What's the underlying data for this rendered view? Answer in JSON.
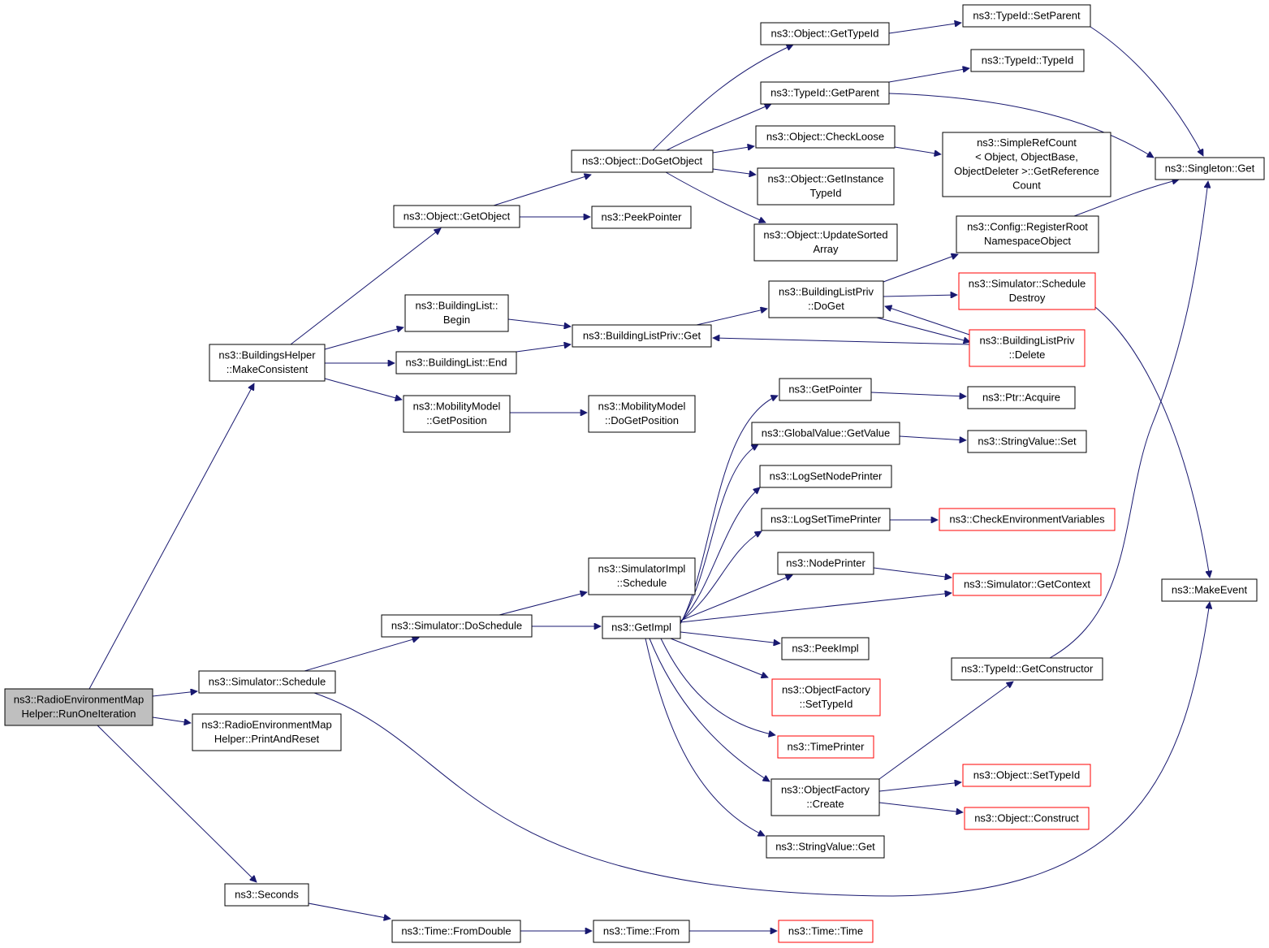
{
  "colors": {
    "edge": "#191970",
    "root_fill": "#bfbfbf",
    "truncated_border": "#ff0000",
    "border": "#000000"
  },
  "nodes": [
    {
      "id": "run",
      "lines": [
        "ns3::RadioEnvironmentMap",
        "Helper::RunOneIteration"
      ],
      "kind": "root"
    },
    {
      "id": "makeconsistent",
      "lines": [
        "ns3::BuildingsHelper",
        "::MakeConsistent"
      ]
    },
    {
      "id": "schedule",
      "lines": [
        "ns3::Simulator::Schedule"
      ]
    },
    {
      "id": "printreset",
      "lines": [
        "ns3::RadioEnvironmentMap",
        "Helper::PrintAndReset"
      ]
    },
    {
      "id": "seconds",
      "lines": [
        "ns3::Seconds"
      ]
    },
    {
      "id": "getobject",
      "lines": [
        "ns3::Object::GetObject"
      ]
    },
    {
      "id": "bl_begin",
      "lines": [
        "ns3::BuildingList::",
        "Begin"
      ]
    },
    {
      "id": "bl_end",
      "lines": [
        "ns3::BuildingList::End"
      ]
    },
    {
      "id": "mm_getpos",
      "lines": [
        "ns3::MobilityModel",
        "::GetPosition"
      ]
    },
    {
      "id": "doschedule",
      "lines": [
        "ns3::Simulator::DoSchedule"
      ]
    },
    {
      "id": "fromdouble",
      "lines": [
        "ns3::Time::FromDouble"
      ]
    },
    {
      "id": "dogetobject",
      "lines": [
        "ns3::Object::DoGetObject"
      ]
    },
    {
      "id": "peekpointer",
      "lines": [
        "ns3::PeekPointer"
      ]
    },
    {
      "id": "blp_get",
      "lines": [
        "ns3::BuildingListPriv::Get"
      ]
    },
    {
      "id": "mm_dogetpos",
      "lines": [
        "ns3::MobilityModel",
        "::DoGetPosition"
      ]
    },
    {
      "id": "simimpl_sched",
      "lines": [
        "ns3::SimulatorImpl",
        "::Schedule"
      ]
    },
    {
      "id": "getimpl",
      "lines": [
        "ns3::GetImpl"
      ]
    },
    {
      "id": "time_from",
      "lines": [
        "ns3::Time::From"
      ]
    },
    {
      "id": "obj_gettypeid",
      "lines": [
        "ns3::Object::GetTypeId"
      ]
    },
    {
      "id": "tid_getparent",
      "lines": [
        "ns3::TypeId::GetParent"
      ]
    },
    {
      "id": "checkloose",
      "lines": [
        "ns3::Object::CheckLoose"
      ]
    },
    {
      "id": "getinstancetid",
      "lines": [
        "ns3::Object::GetInstance",
        "TypeId"
      ]
    },
    {
      "id": "updatesorted",
      "lines": [
        "ns3::Object::UpdateSorted",
        "Array"
      ]
    },
    {
      "id": "blp_doget",
      "lines": [
        "ns3::BuildingListPriv",
        "::DoGet"
      ]
    },
    {
      "id": "getpointer",
      "lines": [
        "ns3::GetPointer"
      ]
    },
    {
      "id": "gv_getvalue",
      "lines": [
        "ns3::GlobalValue::GetValue"
      ]
    },
    {
      "id": "logsetnode",
      "lines": [
        "ns3::LogSetNodePrinter"
      ]
    },
    {
      "id": "logsettime",
      "lines": [
        "ns3::LogSetTimePrinter"
      ]
    },
    {
      "id": "nodeprinter",
      "lines": [
        "ns3::NodePrinter"
      ]
    },
    {
      "id": "peekimpl",
      "lines": [
        "ns3::PeekImpl"
      ]
    },
    {
      "id": "of_settypeid",
      "lines": [
        "ns3::ObjectFactory",
        "::SetTypeId"
      ],
      "truncated": true
    },
    {
      "id": "timeprinter",
      "lines": [
        "ns3::TimePrinter"
      ],
      "truncated": true
    },
    {
      "id": "of_create",
      "lines": [
        "ns3::ObjectFactory",
        "::Create"
      ]
    },
    {
      "id": "sv_get",
      "lines": [
        "ns3::StringValue::Get"
      ]
    },
    {
      "id": "time_time",
      "lines": [
        "ns3::Time::Time"
      ],
      "truncated": true
    },
    {
      "id": "tid_setparent",
      "lines": [
        "ns3::TypeId::SetParent"
      ]
    },
    {
      "id": "tid_typeid",
      "lines": [
        "ns3::TypeId::TypeId"
      ]
    },
    {
      "id": "simplerefcount",
      "lines": [
        "ns3::SimpleRefCount",
        "< Object, ObjectBase,",
        "ObjectDeleter >::GetReference",
        "Count"
      ]
    },
    {
      "id": "cfg_register",
      "lines": [
        "ns3::Config::RegisterRoot",
        "NamespaceObject"
      ]
    },
    {
      "id": "sched_destroy",
      "lines": [
        "ns3::Simulator::Schedule",
        "Destroy"
      ],
      "truncated": true
    },
    {
      "id": "blp_delete",
      "lines": [
        "ns3::BuildingListPriv",
        "::Delete"
      ],
      "truncated": true
    },
    {
      "id": "ptr_acquire",
      "lines": [
        "ns3::Ptr::Acquire"
      ]
    },
    {
      "id": "sv_set",
      "lines": [
        "ns3::StringValue::Set"
      ]
    },
    {
      "id": "checkenv",
      "lines": [
        "ns3::CheckEnvironmentVariables"
      ],
      "truncated": true
    },
    {
      "id": "getcontext",
      "lines": [
        "ns3::Simulator::GetContext"
      ],
      "truncated": true
    },
    {
      "id": "tid_getctor",
      "lines": [
        "ns3::TypeId::GetConstructor"
      ]
    },
    {
      "id": "obj_settypeid",
      "lines": [
        "ns3::Object::SetTypeId"
      ],
      "truncated": true
    },
    {
      "id": "obj_construct",
      "lines": [
        "ns3::Object::Construct"
      ],
      "truncated": true
    },
    {
      "id": "singleton_get",
      "lines": [
        "ns3::Singleton::Get"
      ]
    },
    {
      "id": "makeevent",
      "lines": [
        "ns3::MakeEvent"
      ]
    }
  ]
}
